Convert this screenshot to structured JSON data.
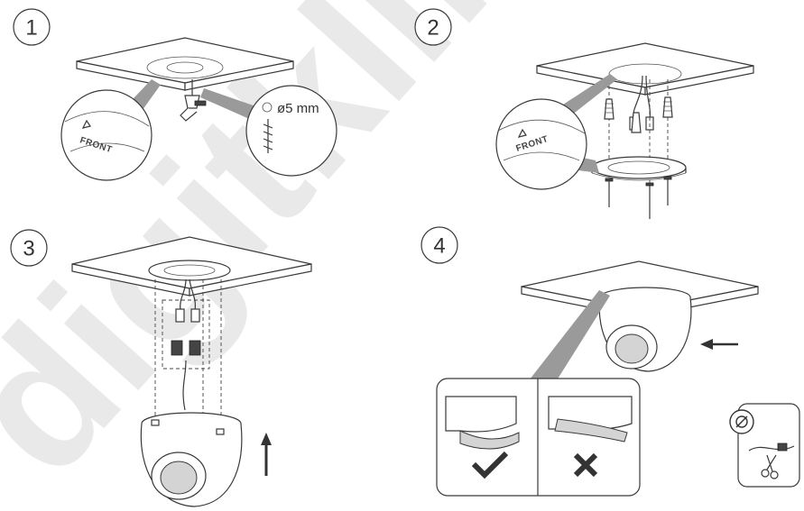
{
  "steps": [
    {
      "number": "1"
    },
    {
      "number": "2"
    },
    {
      "number": "3"
    },
    {
      "number": "4"
    }
  ],
  "drill_size_label": "ø5 mm",
  "front_marking": "FRONT",
  "watermark_text": "digitklik",
  "colors": {
    "line": "#3a3a3a",
    "callout": "#9a9a9a",
    "watermark": "#e9e9e9"
  },
  "icons": [
    "checkmark-icon",
    "cross-icon",
    "prohibited-icon",
    "scissors-icon",
    "upward-arrow-icon",
    "left-arrow-icon"
  ]
}
